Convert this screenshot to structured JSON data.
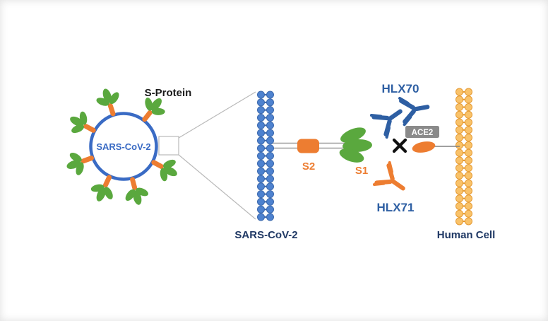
{
  "diagram": {
    "virus_label": "SARS-CoV-2",
    "s_protein_label": "S-Protein",
    "viral_membrane_label": "SARS-CoV-2",
    "s2_label": "S2",
    "s1_label": "S1",
    "antibody_top_label": "HLX70",
    "antibody_bottom_label": "HLX71",
    "receptor_label": "ACE2",
    "cell_label": "Human Cell"
  },
  "colors": {
    "virus_blue": "#3a6bc4",
    "spike_green": "#5aa83e",
    "orange": "#ed7d31",
    "membrane_blue_fill": "#4e82cf",
    "membrane_blue_stroke": "#3c69ad",
    "membrane_gold_fill": "#f9c269",
    "membrane_gold_stroke": "#e59a33",
    "label_navy": "#1f3864",
    "hlx_blue": "#2e5fa3",
    "ace2_gray": "#8a8a8a",
    "white": "#ffffff",
    "text_black": "#1a1a1a",
    "line_gray": "#9e9e9e",
    "cone_gray": "#b9b9b9",
    "block_black": "#111111"
  }
}
